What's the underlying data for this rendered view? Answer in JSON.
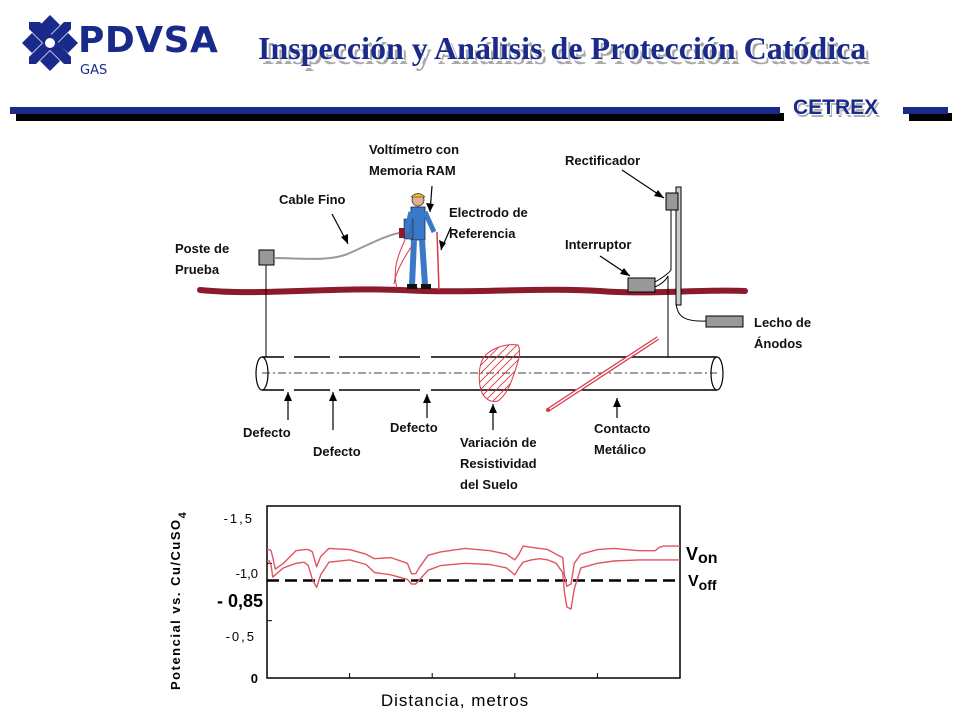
{
  "header": {
    "brand": "PDVSA",
    "brand_sub": "GAS",
    "title": "Inspección y Análisis de Protección Catódica",
    "org": "CETREX"
  },
  "diagram": {
    "labels": {
      "voltmeter_1": "Voltímetro con",
      "voltmeter_2": "Memoria RAM",
      "rectifier": "Rectificador",
      "fine_cable": "Cable Fino",
      "electrode_1": "Electrodo de",
      "electrode_2": "Referencia",
      "test_post_1": "Poste de",
      "test_post_2": "Prueba",
      "interrupter": "Interruptor",
      "anode_bed_1": "Lecho de",
      "anode_bed_2": "Ánodos",
      "defect_1": "Defecto",
      "defect_2": "Defecto",
      "defect_3": "Defecto",
      "soil_1": "Variación de",
      "soil_2": "Resistividad",
      "soil_3": "del Suelo",
      "contact_1": "Contacto",
      "contact_2": "Metálico"
    }
  },
  "chart_data": {
    "type": "line",
    "ylabel_main": "Potencial vs. Cu/CuSO",
    "ylabel_sub": "4",
    "xlabel": "Distancia, metros",
    "y_ticks": [
      "-1,5",
      "-1,0",
      "-0,5",
      "0"
    ],
    "threshold_label": "- 0,85",
    "threshold": -0.85,
    "ylim": [
      0,
      -1.5
    ],
    "series": [
      {
        "name": "on",
        "legend_main": "V",
        "legend_sub": "on",
        "x": [
          0,
          3,
          5,
          7,
          10,
          20,
          35,
          45,
          50,
          55,
          60,
          65,
          75,
          100,
          120,
          130,
          150,
          170,
          175,
          180,
          185,
          195,
          210,
          240,
          270,
          290,
          300,
          305,
          310,
          320,
          330,
          340,
          350,
          358,
          360,
          363,
          368,
          372,
          380,
          400,
          420,
          450,
          470,
          475,
          480,
          490,
          500
        ],
        "y": [
          -1.12,
          -1.12,
          -1.11,
          -1.05,
          -0.95,
          -1.0,
          -1.11,
          -1.12,
          -1.12,
          -1.1,
          -0.97,
          -1.06,
          -1.13,
          -1.12,
          -1.08,
          -1.04,
          -1.05,
          -1.0,
          -0.91,
          -0.91,
          -0.97,
          -1.07,
          -1.1,
          -1.13,
          -1.11,
          -1.08,
          -1.03,
          -1.08,
          -1.15,
          -1.14,
          -1.13,
          -1.12,
          -1.08,
          -1.05,
          -0.9,
          -0.8,
          -0.82,
          -1.0,
          -1.08,
          -1.12,
          -1.13,
          -1.11,
          -1.11,
          -1.14,
          -1.15,
          -1.15,
          -1.15
        ]
      },
      {
        "name": "off",
        "legend_main": "V",
        "legend_sub": "off",
        "x": [
          0,
          3,
          5,
          7,
          10,
          20,
          35,
          45,
          50,
          55,
          60,
          65,
          75,
          100,
          120,
          130,
          150,
          170,
          175,
          180,
          185,
          195,
          210,
          240,
          270,
          290,
          300,
          305,
          310,
          320,
          330,
          340,
          350,
          358,
          360,
          363,
          368,
          372,
          380,
          400,
          420,
          450,
          470,
          475,
          480,
          490,
          500
        ],
        "y": [
          -1.02,
          -1.02,
          -0.98,
          -0.88,
          -0.9,
          -0.96,
          -1.0,
          -1.01,
          -0.98,
          -0.86,
          -0.79,
          -0.9,
          -1.01,
          -1.03,
          -0.99,
          -0.92,
          -0.9,
          -0.86,
          -0.82,
          -0.82,
          -0.86,
          -0.94,
          -0.98,
          -1.0,
          -0.99,
          -0.96,
          -0.9,
          -0.96,
          -1.01,
          -1.03,
          -1.04,
          -1.03,
          -1.0,
          -0.92,
          -0.75,
          -0.62,
          -0.6,
          -0.78,
          -0.96,
          -1.0,
          -1.02,
          -1.03,
          -1.03,
          -1.03,
          -1.03,
          -1.03,
          -1.03
        ]
      }
    ],
    "colors": {
      "series": "#e05560",
      "threshold": "#000000"
    }
  }
}
